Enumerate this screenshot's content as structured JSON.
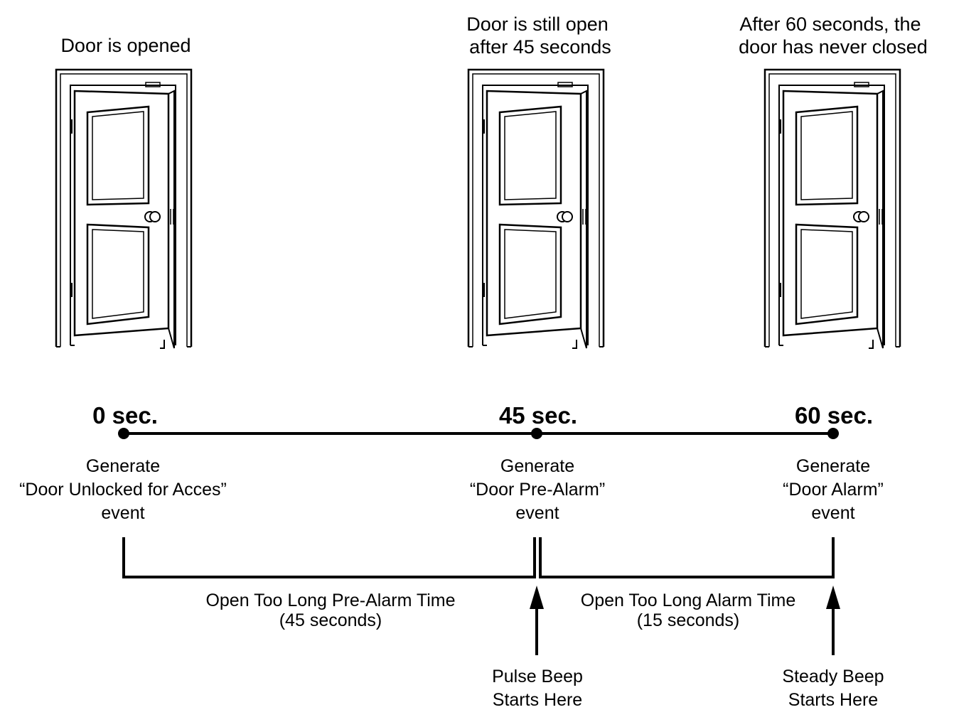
{
  "doors": [
    {
      "caption_lines": [
        "Door is opened"
      ]
    },
    {
      "caption_lines": [
        "Door is still open",
        "after 45 seconds"
      ]
    },
    {
      "caption_lines": [
        "After 60 seconds, the",
        "door has never closed"
      ]
    }
  ],
  "timeline": {
    "ticks": [
      {
        "label": "0 sec.",
        "event_lines": [
          "Generate",
          "“Door Unlocked for Acces”",
          "event"
        ]
      },
      {
        "label": "45 sec.",
        "event_lines": [
          "Generate",
          "“Door Pre-Alarm”",
          "event"
        ]
      },
      {
        "label": "60 sec.",
        "event_lines": [
          "Generate",
          "“Door Alarm”",
          "event"
        ]
      }
    ]
  },
  "intervals": [
    {
      "lines": [
        "Open Too Long Pre-Alarm Time",
        "(45 seconds)"
      ]
    },
    {
      "lines": [
        "Open Too Long Alarm Time",
        "(15 seconds)"
      ]
    }
  ],
  "beeps": [
    {
      "lines": [
        "Pulse Beep",
        "Starts Here"
      ]
    },
    {
      "lines": [
        "Steady Beep",
        "Starts Here"
      ]
    }
  ]
}
